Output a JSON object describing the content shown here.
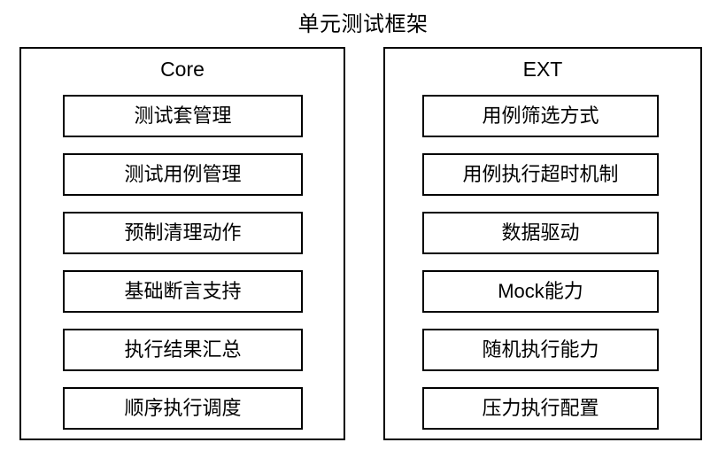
{
  "title": "单元测试框架",
  "colors": {
    "background": "#ffffff",
    "stroke": "#000000",
    "text": "#000000"
  },
  "groups": [
    {
      "id": "core",
      "title": "Core",
      "items": [
        {
          "label": "测试套管理"
        },
        {
          "label": "测试用例管理"
        },
        {
          "label": "预制清理动作"
        },
        {
          "label": "基础断言支持"
        },
        {
          "label": "执行结果汇总"
        },
        {
          "label": "顺序执行调度"
        }
      ]
    },
    {
      "id": "ext",
      "title": "EXT",
      "items": [
        {
          "label": "用例筛选方式"
        },
        {
          "label": "用例执行超时机制"
        },
        {
          "label": "数据驱动"
        },
        {
          "label": "Mock能力"
        },
        {
          "label": "随机执行能力"
        },
        {
          "label": "压力执行配置"
        }
      ]
    }
  ]
}
